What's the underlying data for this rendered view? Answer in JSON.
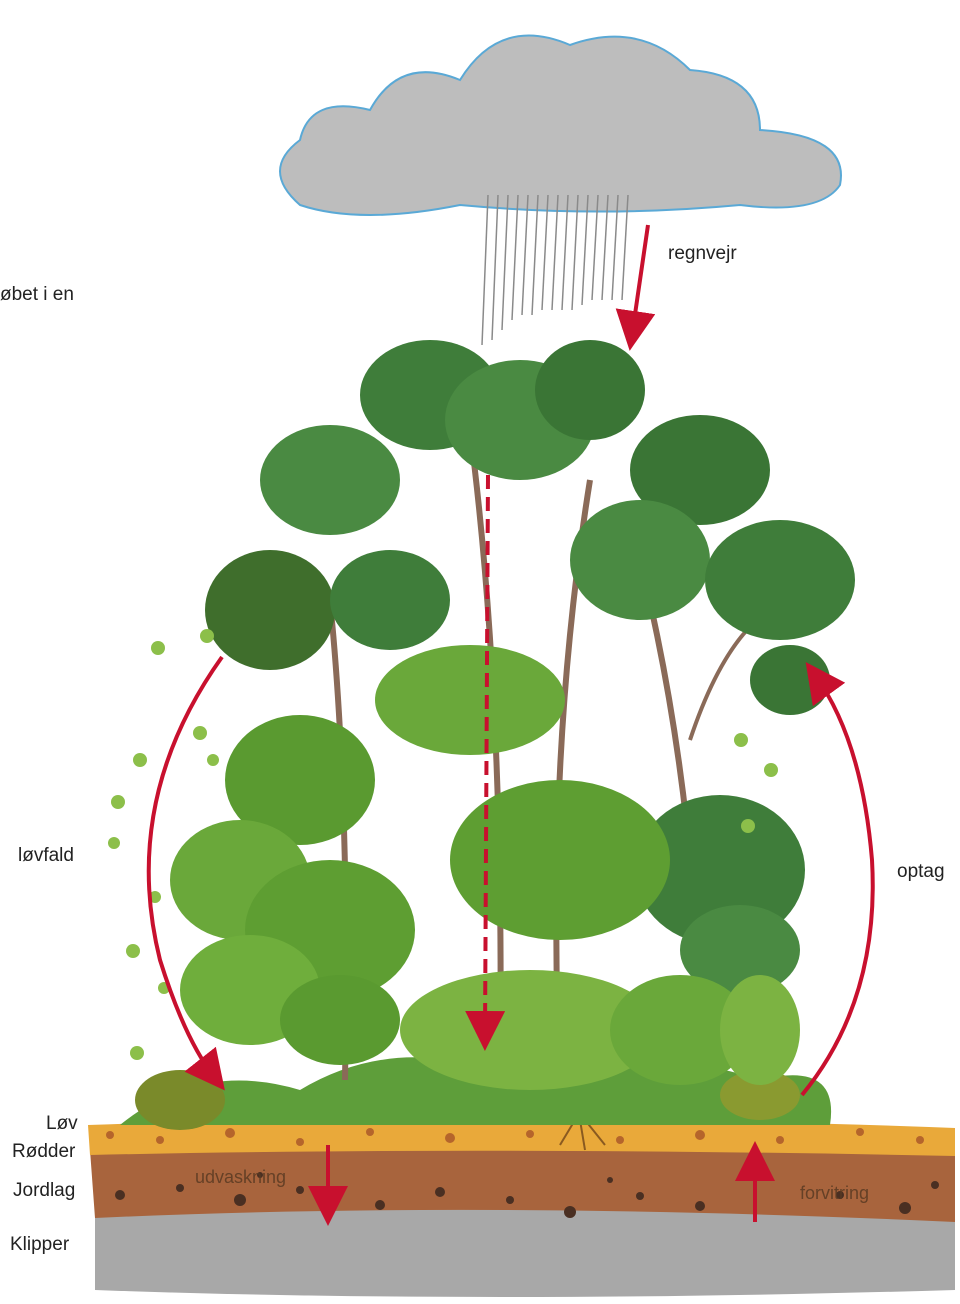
{
  "labels": {
    "partial_left": "øbet i en",
    "rain": "regnvejr",
    "leaf_fall": "løvfald",
    "uptake": "optag",
    "leaves": "Løv",
    "roots": "Rødder",
    "soil": "Jordlag",
    "rocks": "Klipper",
    "leaching": "udvaskning",
    "weathering": "forvitring"
  },
  "colors": {
    "arrow": "#c8102e",
    "leaf_layer": "#e9a93a",
    "soil_layer": "#9a5a35",
    "rock_layer": "#9e9e9e",
    "cloud": "#b4b4b4",
    "foliage_dark": "#3f7d3a",
    "foliage_light": "#7cb342"
  }
}
